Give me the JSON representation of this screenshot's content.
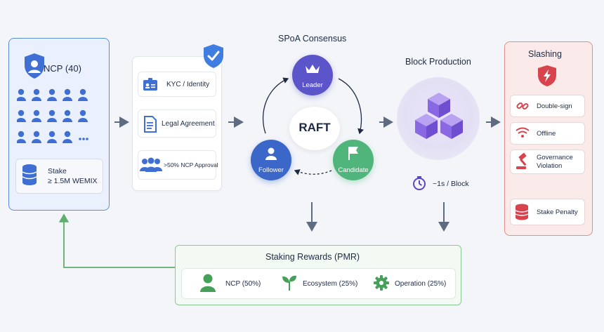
{
  "ncp": {
    "title": "NCP (40)",
    "stake_line1": "Stake",
    "stake_line2": "≥ 1.5M WEMIX"
  },
  "requirements": {
    "items": [
      "KYC / Identity",
      "Legal Agreement",
      ">50% NCP Approval"
    ]
  },
  "consensus": {
    "title": "SPoA Consensus",
    "center": "RAFT",
    "leader": "Leader",
    "follower": "Follower",
    "candidate": "Candidate"
  },
  "block": {
    "title": "Block Production",
    "rate": "~1s / Block"
  },
  "slashing": {
    "title": "Slashing",
    "items": [
      "Double-sign",
      "Offline",
      "Governance",
      "Violation",
      "Stake Penalty"
    ]
  },
  "rewards": {
    "title": "Staking Rewards (PMR)",
    "items": [
      "NCP (50%)",
      "Ecosystem (25%)",
      "Operation (25%)"
    ]
  },
  "colors": {
    "blue": "#3f6fd3",
    "leader": "#5b55c9",
    "follower": "#3a67c8",
    "candidate": "#4fb57a",
    "purple": "#7a5fd6",
    "red": "#d8444e",
    "green": "#46a05a",
    "arrow": "#5f6b80"
  }
}
